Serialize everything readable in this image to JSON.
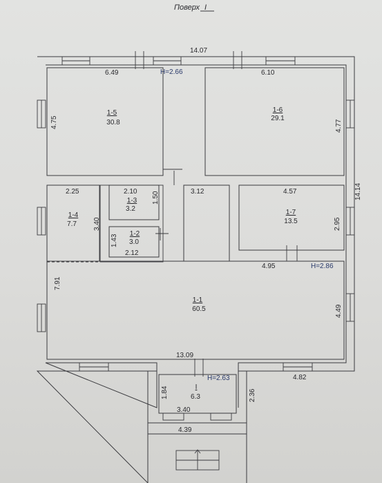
{
  "title": {
    "prefix": "Поверх",
    "value": "I"
  },
  "overall": {
    "width_label": "14.07",
    "depth_label": "14.14"
  },
  "heights": [
    {
      "id": "h-top",
      "text": "H=2.66"
    },
    {
      "id": "h-right",
      "text": "H=2.86"
    },
    {
      "id": "h-porch",
      "text": "H=2.63"
    }
  ],
  "rooms": [
    {
      "id": "1-5",
      "name": "1-5",
      "area": "30.8"
    },
    {
      "id": "1-6",
      "name": "1-6",
      "area": "29.1"
    },
    {
      "id": "1-4",
      "name": "1-4",
      "area": "7.7"
    },
    {
      "id": "1-3",
      "name": "1-3",
      "area": "3.2"
    },
    {
      "id": "1-2",
      "name": "1-2",
      "area": "3.0"
    },
    {
      "id": "1-7",
      "name": "1-7",
      "area": "13.5"
    },
    {
      "id": "1-1",
      "name": "1-1",
      "area": "60.5"
    },
    {
      "id": "I",
      "name": "I",
      "area": "6.3"
    }
  ],
  "dimensions": {
    "d_6_49": "6.49",
    "d_6_10": "6.10",
    "d_4_75": "4.75",
    "d_4_77": "4.77",
    "d_2_25": "2.25",
    "d_2_10": "2.10",
    "d_1_50": "1.50",
    "d_3_12": "3.12",
    "d_4_57": "4.57",
    "d_3_40v": "3.40",
    "d_1_43": "1.43",
    "d_2_12": "2.12",
    "d_2_95": "2.95",
    "d_4_95": "4.95",
    "d_7_91": "7.91",
    "d_4_49": "4.49",
    "d_13_09": "13.09",
    "d_4_82": "4.82",
    "d_1_84": "1.84",
    "d_2_36": "2.36",
    "d_3_40h": "3.40",
    "d_4_39": "4.39"
  },
  "colors": {
    "line": "#3a3a3e",
    "text": "#2a2a2e",
    "height_text": "#2a3a6a"
  }
}
